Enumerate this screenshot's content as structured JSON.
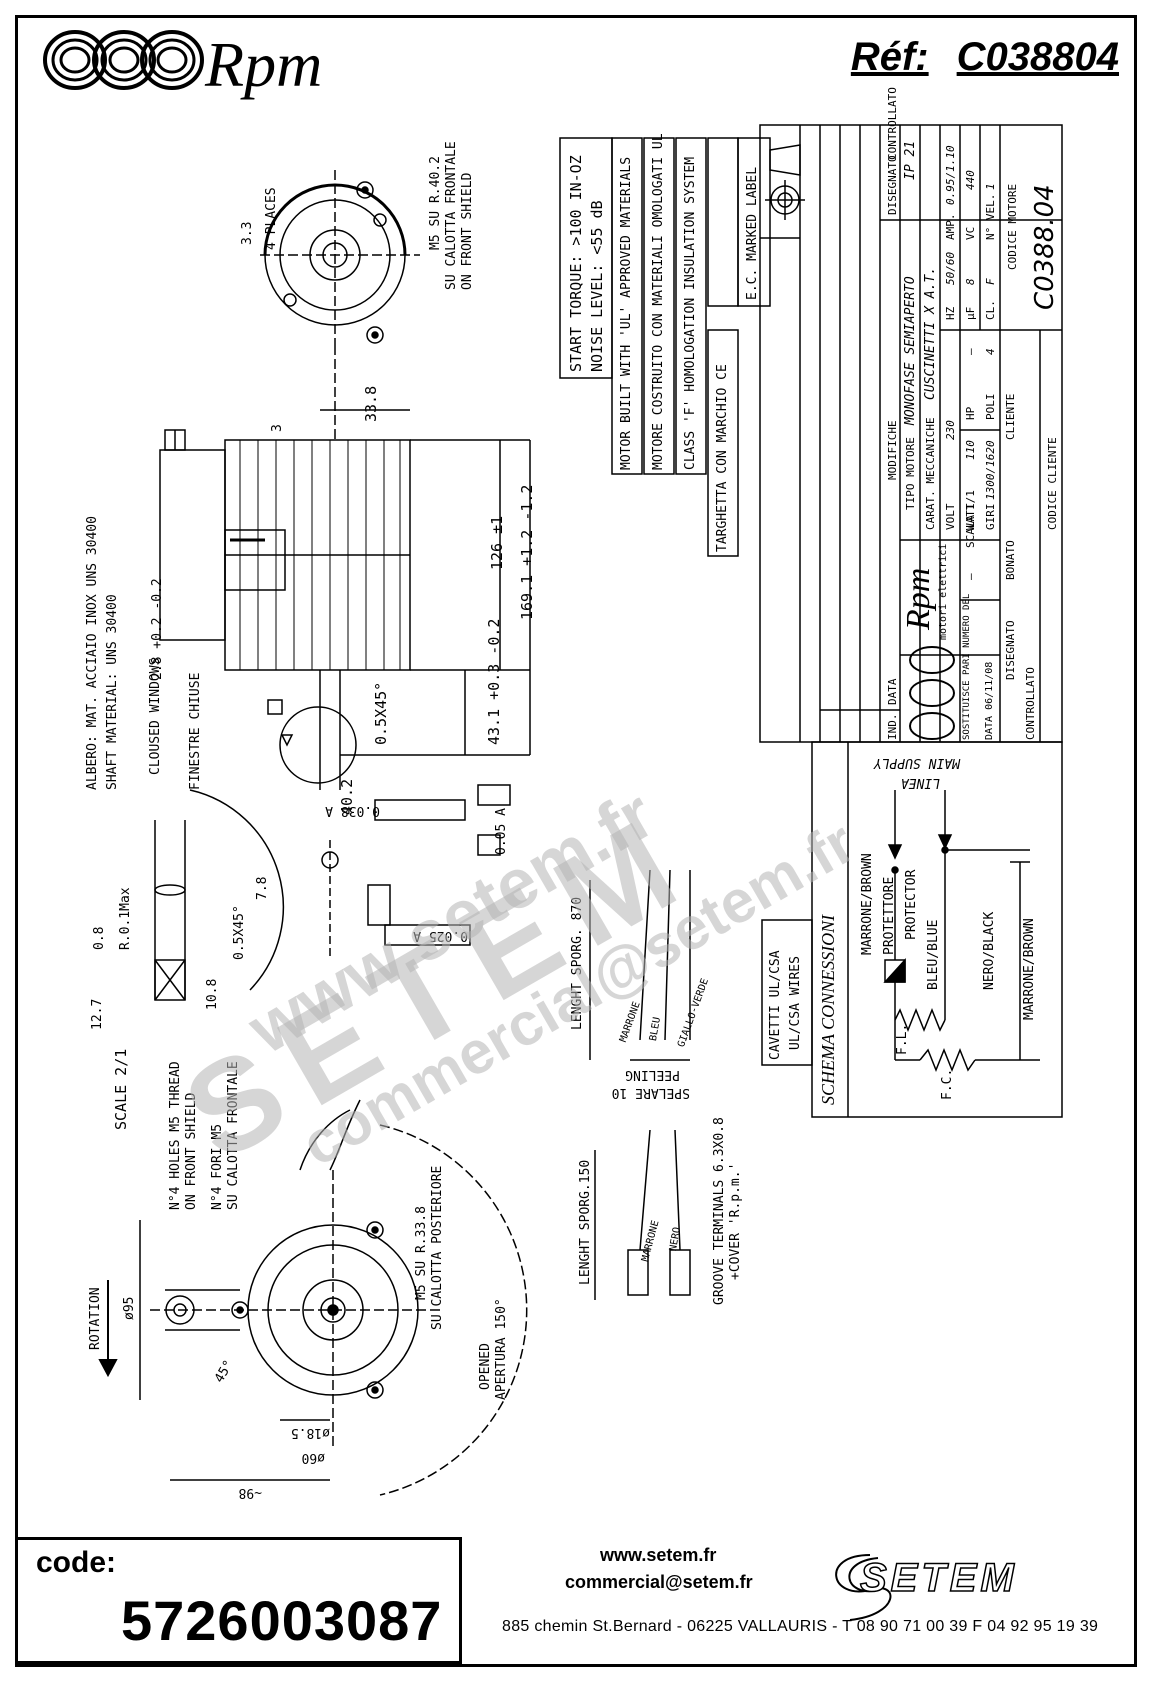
{
  "header": {
    "brand": "Rpm",
    "ref_label": "Réf:",
    "ref_value": "C038804"
  },
  "notes_box": {
    "start_torque": "START TORQUE: >100 IN-OZ",
    "noise_level": "NOISE LEVEL: <55 dB"
  },
  "spec_boxes": [
    "MOTOR BUILT WITH 'UL' APPROVED MATERIALS",
    "MOTORE COSTRUITO CON MATERIALI OMOLOGATI UL",
    "CLASS 'F' HOMOLOGATION INSULATION SYSTEM",
    "TARGHETTA CON MARCHIO CE",
    "E.C. MARKED LABEL"
  ],
  "drawing_labels": {
    "shaft_it": "ALBERO: MAT. ACCIAIO INOX UNS 30400",
    "shaft_en": "SHAFT MATERIAL: UNS 30400",
    "closed_windows": "CLOUSED WINDOWS",
    "finestre": "FINESTRE CHIUSE",
    "front_shield_note_1": "M5 SU R.40.2",
    "front_shield_note_2": "SU CALOTTA FRONTALE",
    "front_shield_note_3": "ON FRONT SHIELD",
    "four_places": "4 PLACES",
    "dim_3_3": "3.3",
    "dim_33_8": "33.8",
    "dim_3": "3",
    "dim_126": "126 ±1",
    "dim_169": "169.1 +1.2 -1.2",
    "dim_43": "43.1 +0.3 -0.2",
    "dim_05x45": "0.5X45°",
    "dim_2_8": "2.8 +0.2 -0.2",
    "dim_40_2": "40.2",
    "dim_tol_a1": "0.038 A",
    "dim_tol_a2": "0.05 A",
    "dim_tol_a3": "0.025 A",
    "dim_7_8": "7.8",
    "dim_10_8": "10.8",
    "dim_12_7": "12.7",
    "dim_0_8": "0.8",
    "dim_r01": "R.0.1Max",
    "dim_05x45b": "0.5X45°",
    "scale": "SCALE 2/1",
    "rear_note_1": "N°4 HOLES M5 THREAD",
    "rear_note_2": "ON FRONT SHIELD",
    "rear_note_3": "N°4 FORI M5",
    "rear_note_4": "SU CALOTTA FRONTALE",
    "rear_note_5": "M5 SU R.33.8",
    "rear_note_6": "SU CALOTTA POSTERIORE",
    "opened": "OPENED",
    "apertura": "APERTURA 150°",
    "rotation": "ROTATION",
    "dim_95": "ø95",
    "dim_45": "45°",
    "dim_98": "~98",
    "dim_18_5": "ø18.5",
    "dim_60": "ø60",
    "lenght_870": "LENGHT SPORG. 870",
    "wires_870": [
      "MARRONE",
      "BLEU",
      "GIALLO-VERDE"
    ],
    "peeling": "PEELING",
    "spelare": "SPELARE 10",
    "cavetti": "CAVETTI UL/CSA",
    "ul_wires": "UL/CSA WIRES",
    "lenght_150": "LENGHT SPORG.150",
    "wires_150": [
      "MARRONE",
      "NERO"
    ],
    "groove": "GROOVE TERMINALS 6.3X0.8",
    "cover": "+COVER 'R.p.m.'"
  },
  "connections": {
    "title": "SCHEMA CONNESSIONI",
    "main_supply": "MAIN SUPPLY",
    "linea": "LINEA",
    "marrone_brown": "MARRONE/BROWN",
    "protettore": "PROTETTORE",
    "protector": "PROTECTOR",
    "bleu_blue": "BLEU/BLUE",
    "nero_black": "NERO/BLACK",
    "marrone_brown_2": "MARRONE/BROWN",
    "fl": "F.L.",
    "fc": "F.C."
  },
  "title_block": {
    "modifiche": "MODIFICHE",
    "disegnato": "DISEGNATO",
    "controllato": "CONTROLLATO",
    "tipo_motore_label": "TIPO MOTORE",
    "tipo_motore": "MONOFASE SEMIAPERTO",
    "ip": "IP 21",
    "carat_label": "CARAT. MECCANICHE",
    "carat": "CUSCINETTI X A.T.",
    "volt_label": "VOLT",
    "volt_1": "110",
    "volt_2": "230",
    "hz_label": "HZ",
    "hz": "50/60",
    "amp_label": "AMP.",
    "amp": "0.95/1.10",
    "watt_label": "WATT",
    "hp_label": "HP",
    "hp": "—",
    "uf_label": "µF",
    "uf": "8",
    "vc_label": "VC",
    "vc": "440",
    "giri_label": "GIRI",
    "giri": "1300/1620",
    "poli_label": "POLI",
    "poli": "4",
    "cl_label": "CL.",
    "cl": "F",
    "nvel_label": "N° VEL.",
    "nvel": "1",
    "cliente_label": "CLIENTE",
    "codice_motore_label": "CODICE MOTORE",
    "codice_motore": "C0388.04",
    "codice_cliente_label": "CODICE CLIENTE",
    "ind_label": "IND.",
    "data_label": "DATA",
    "sostituisce": "SOSTITUISCE PARI NUMERO DEL",
    "sost_value": "—",
    "scala_label": "SCALA",
    "scala": "1/1",
    "data": "DATA 06/11/08",
    "disegnato_2": "DISEGNATO",
    "disegnato_by": "BONATO",
    "controllato_2": "CONTROLLATO",
    "tb_brand": "Rpm",
    "tb_sub": "motori elettrici"
  },
  "watermark": {
    "line1": "www.setem.fr",
    "line2": "SETEM",
    "line3": "commercial@setem.fr"
  },
  "footer": {
    "code_label": "code:",
    "code_value": "5726003087",
    "website": "www.setem.fr",
    "email": "commercial@setem.fr",
    "address": "885 chemin St.Bernard  -  06225 VALLAURIS  -  T 08 90 71 00 39  F 04 92 95 19 39",
    "logo_text": "SETEM"
  }
}
